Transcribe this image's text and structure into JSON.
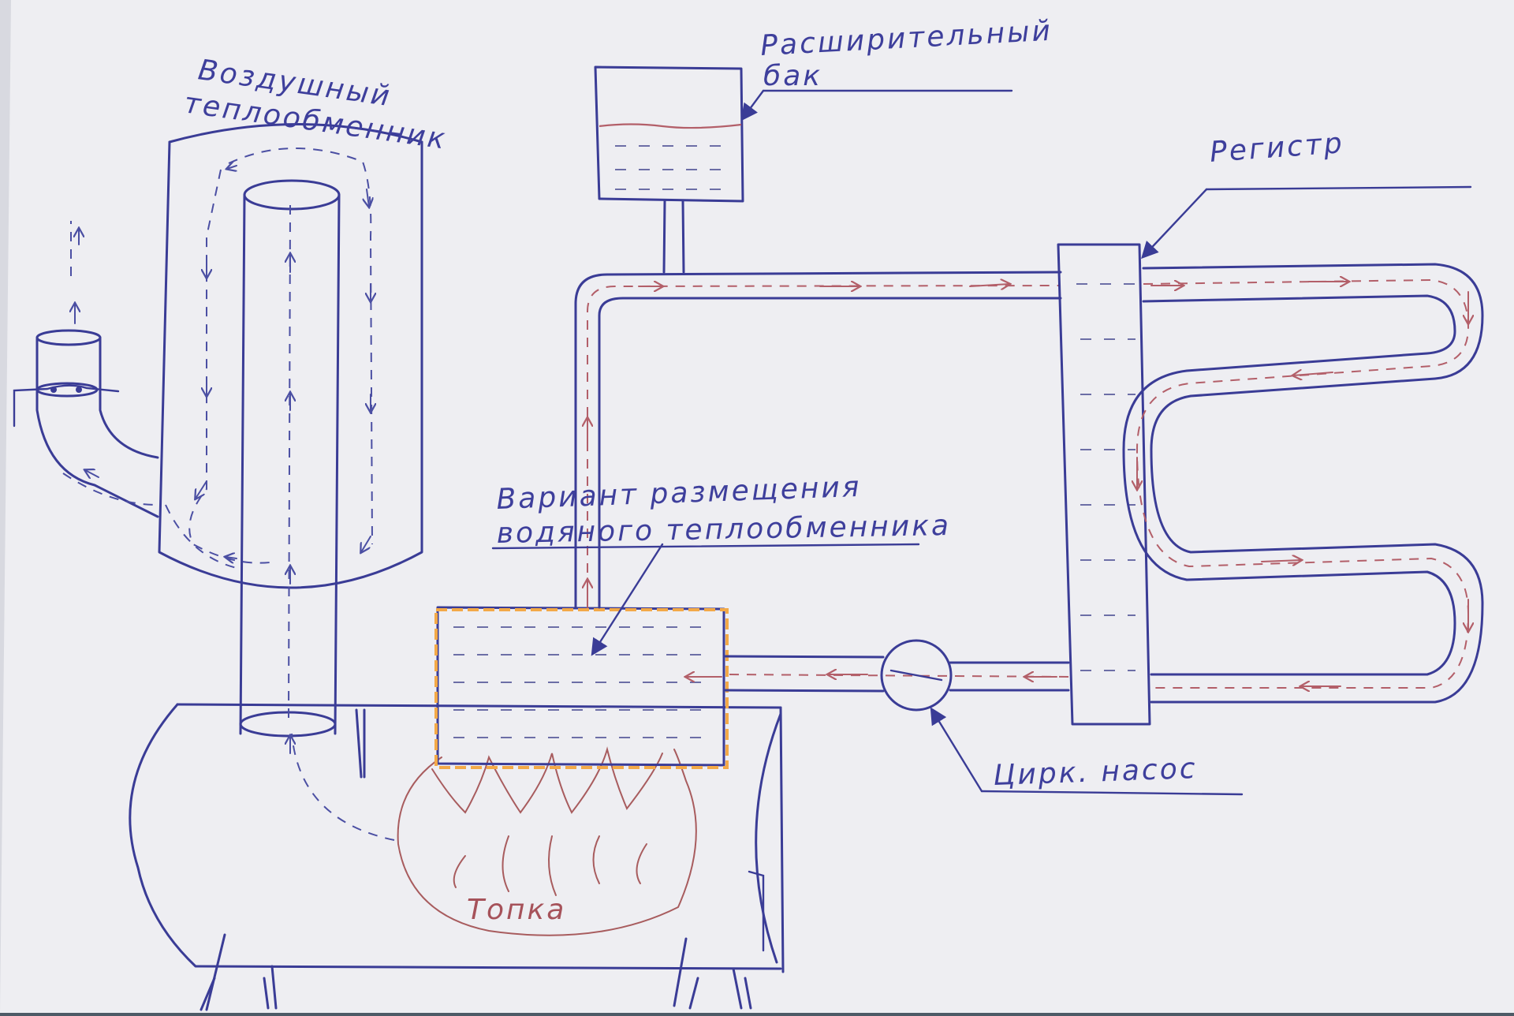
{
  "labels": {
    "air_exchanger_line1": "Воздушный",
    "air_exchanger_line2": "теплообменник",
    "expansion_tank_line1": "Расширительный",
    "expansion_tank_line2": "бак",
    "register": "Регистр",
    "water_exchanger_line1": "Вариант размещения",
    "water_exchanger_line2": "водяного теплообменника",
    "pump": "Цирк. насос",
    "firebox": "Топка"
  },
  "colors": {
    "paper": "#eeeef2",
    "ink_blue": "#3a3c96",
    "ink_red": "#b35f69",
    "highlight_orange": "#f3a948",
    "backdrop": "#4d5a66"
  },
  "icons": {
    "pump": "circle-pump-icon",
    "damper": "damper-icon",
    "flow_arrow": "arrow-icon"
  }
}
